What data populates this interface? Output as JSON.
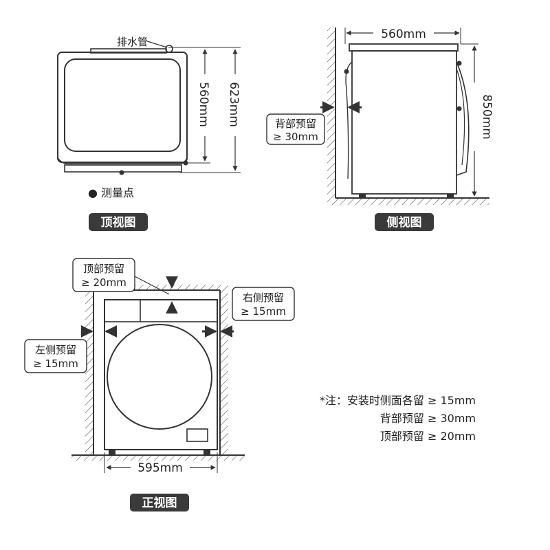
{
  "top_view": {
    "drain_label": "排水管",
    "depth_label": "560mm",
    "total_depth_label": "623mm",
    "measure_point_label": "● 测量点",
    "tag": "顶视图"
  },
  "side_view": {
    "depth_label": "560mm",
    "height_label": "850mm",
    "back_clearance_label": "背部预留",
    "back_clearance_value": "≥ 30mm",
    "tag": "侧视图"
  },
  "front_view": {
    "top_clearance_label": "顶部预留",
    "top_clearance_value": "≥ 20mm",
    "right_clearance_label": "右侧预留",
    "right_clearance_value": "≥ 15mm",
    "left_clearance_label": "左侧预留",
    "left_clearance_value": "≥ 15mm",
    "width_label": "595mm",
    "tag": "正视图"
  },
  "note": {
    "line1": "*注：安装时侧面各留 ≥ 15mm",
    "line2": "背部预留 ≥ 30mm",
    "line3": "顶部预留 ≥ 20mm"
  },
  "colors": {
    "line": "#333333",
    "tag_bg": "#3a3a3a",
    "tag_text": "#ffffff"
  }
}
